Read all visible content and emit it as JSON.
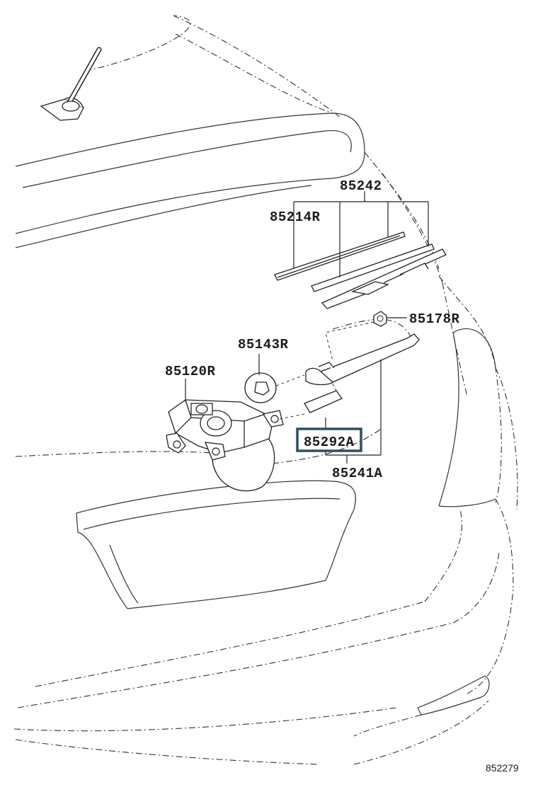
{
  "labels": {
    "p85242": "85242",
    "p85214R": "85214R",
    "p85178R": "85178R",
    "p85143R": "85143R",
    "p85120R": "85120R",
    "p85292A": "85292A",
    "p85241A": "85241A"
  },
  "highlighted_part": "85292A",
  "highlight_color": "#2f4f5f",
  "diagram_code": "852279"
}
